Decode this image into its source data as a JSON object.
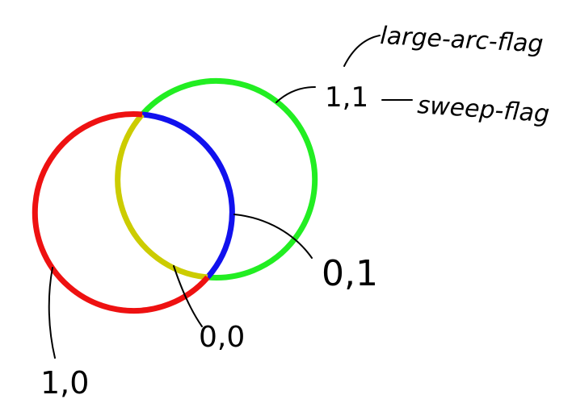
{
  "labels": {
    "large_arc_flag": "large-arc-flag",
    "sweep_flag": "sweep-flag",
    "green_flags": "1,1",
    "blue_flags": "0,1",
    "yellow_flags": "0,0",
    "red_flags": "1,0"
  },
  "colors": {
    "green": "#22ee22",
    "blue": "#1111ee",
    "yellow": "#cccc00",
    "red": "#ee1111",
    "ink": "#000000"
  }
}
